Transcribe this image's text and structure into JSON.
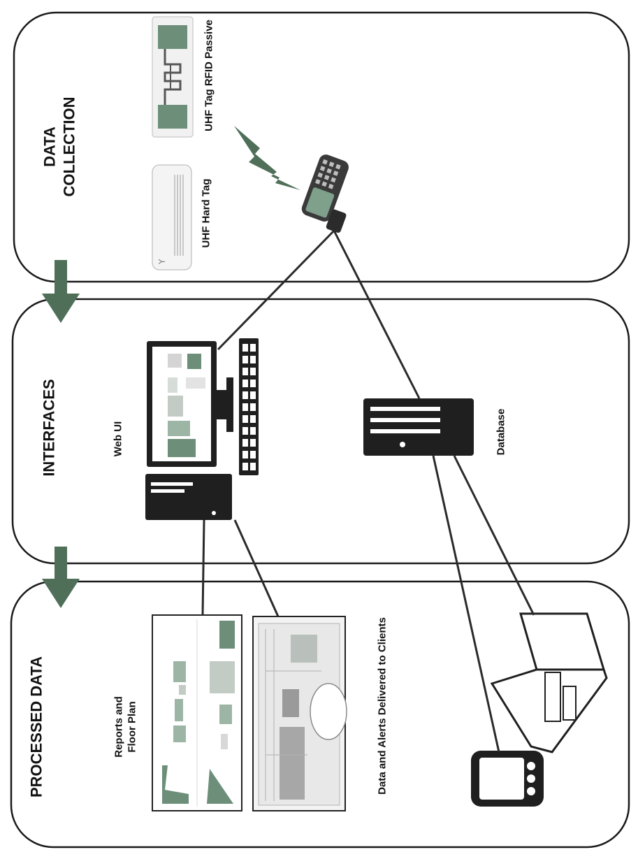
{
  "sections": {
    "data_collection": {
      "title_line1": "DATA",
      "title_line2": "COLLECTION"
    },
    "interfaces": {
      "title": "INTERFACES"
    },
    "processed_data": {
      "title": "PROCESSED DATA"
    }
  },
  "labels": {
    "uhf_hard_tag": "UHF Hard Tag",
    "uhf_tag_rfid_passive": "UHF Tag RFID Passive",
    "web_ui": "Web UI",
    "database": "Database",
    "reports_line1": "Reports  and",
    "reports_line2": "Floor Plan",
    "clients": "Data and Alerts Delivered to Clients"
  },
  "colors": {
    "arrow": "#4f6f58",
    "device_dark": "#2b2b2b",
    "panel_border": "#1a1a1a"
  },
  "icons": [
    "lightning-icon",
    "rfid-reader-icon",
    "monitor-icon",
    "keyboard-icon",
    "pc-tower-icon",
    "server-icon",
    "laptop-icon",
    "smartphone-icon"
  ]
}
